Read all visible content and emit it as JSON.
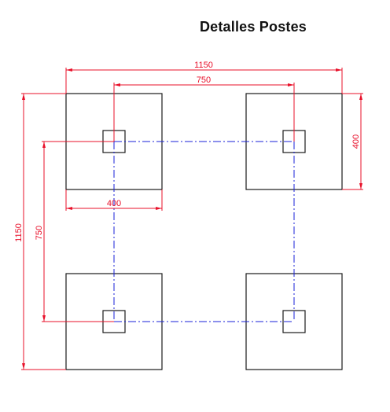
{
  "title": "Detalles Postes",
  "dimensions": {
    "top_outer": "1150",
    "top_inner": "750",
    "right_footing": "400",
    "bottom_footing": "400",
    "left_outer": "1150",
    "left_inner": "750"
  },
  "colors": {
    "dimension": "#e8102a",
    "centerline": "#1a22d8",
    "outline": "#1a1a1a"
  }
}
